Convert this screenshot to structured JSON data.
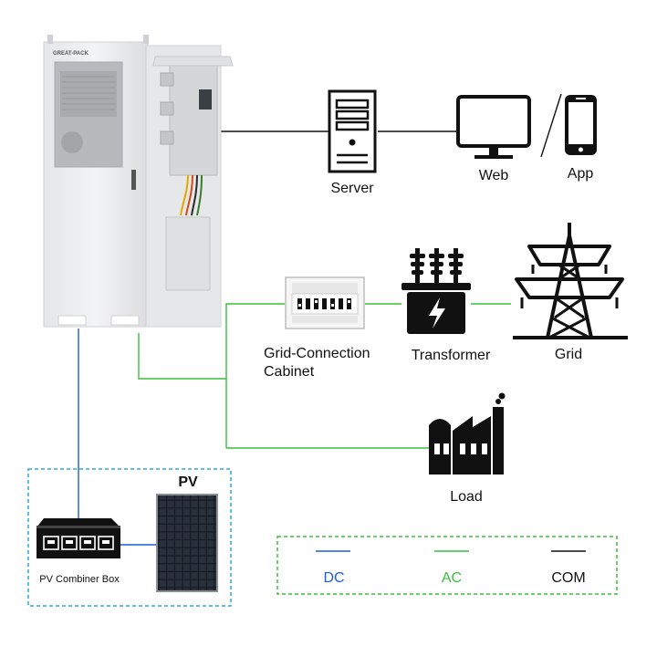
{
  "brand": "GREAT-PACK",
  "labels": {
    "server": "Server",
    "web": "Web",
    "app": "App",
    "grid_connection": "Grid-Connection",
    "cabinet": "Cabinet",
    "transformer": "Transformer",
    "grid": "Grid",
    "load": "Load",
    "pv": "PV",
    "pv_combiner_box": "PV Combiner Box"
  },
  "legend": {
    "dc": "DC",
    "ac": "AC",
    "com": "COM"
  },
  "colors": {
    "dc": "#1a5fd4",
    "ac": "#3bbf3b",
    "com": "#111111",
    "pv_border": "#2aa7e0",
    "legend_border": "#3bbf3b"
  },
  "icons": {
    "server": "server-tower-icon",
    "web": "monitor-icon",
    "app": "smartphone-icon",
    "cabinet": "breaker-panel-icon",
    "transformer": "transformer-icon",
    "grid": "power-pylon-icon",
    "load": "factory-icon",
    "combiner": "combiner-box-icon",
    "pv": "solar-panel-icon"
  }
}
